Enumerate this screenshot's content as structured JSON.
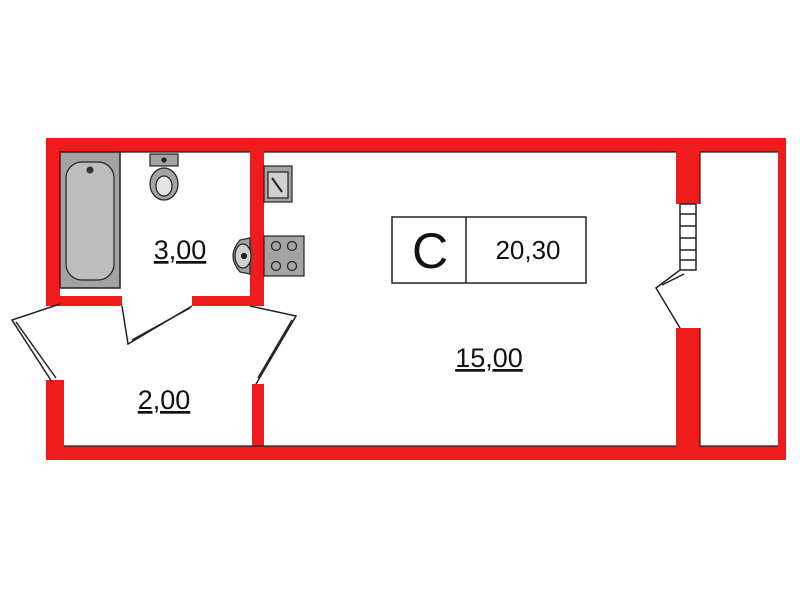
{
  "plan": {
    "apartment_type": "С",
    "total_area": "20,30",
    "rooms": [
      {
        "id": "bathroom",
        "area": "3,00"
      },
      {
        "id": "hallway",
        "area": "2,00"
      },
      {
        "id": "living-room",
        "area": "15,00"
      }
    ]
  },
  "colors": {
    "walls": "#ee1c1c",
    "fixtures": "#a3a3a3",
    "lines": "#222222",
    "background": "#ffffff"
  },
  "icons": [
    "bathtub-icon",
    "toilet-icon",
    "sink-icon",
    "kitchen-sink-icon",
    "stove-icon",
    "door-icon",
    "window-icon",
    "balcony-icon"
  ]
}
